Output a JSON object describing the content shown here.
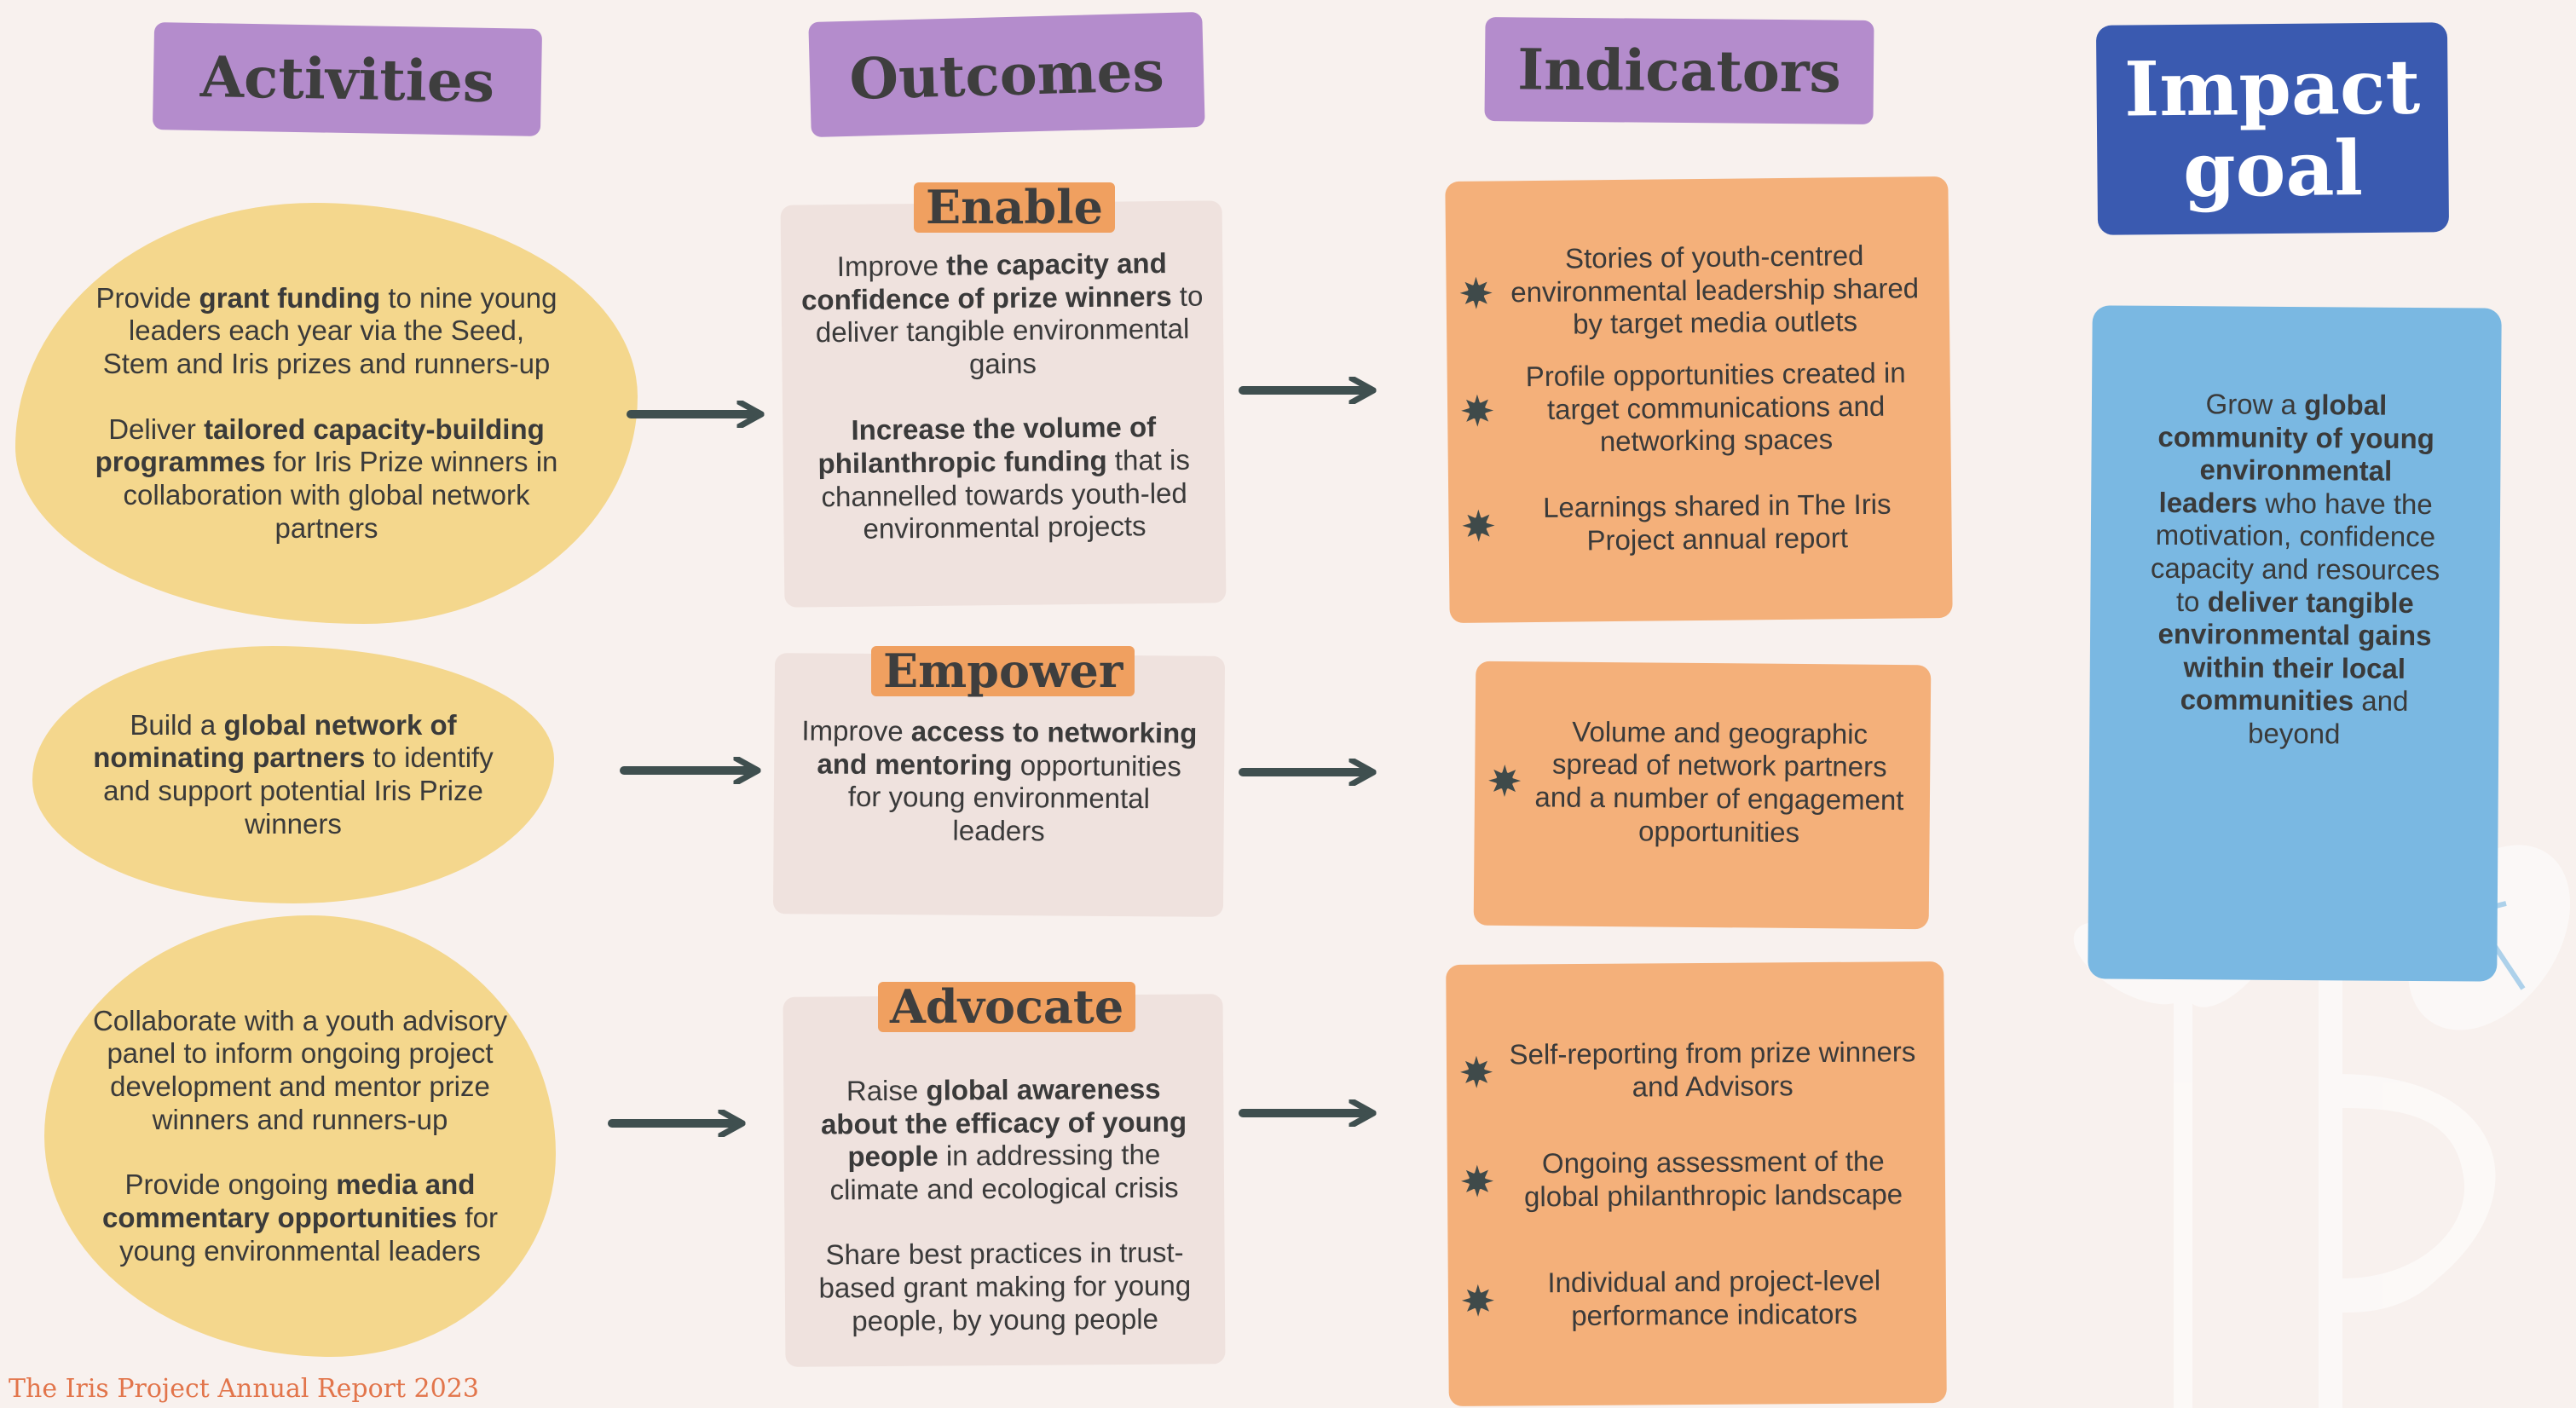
{
  "headers": {
    "activities": "Activities",
    "outcomes": "Outcomes",
    "indicators": "Indicators",
    "impact_line1": "Impact",
    "impact_line2": "goal"
  },
  "activities": [
    {
      "para1": {
        "t1": "Provide ",
        "b1": "grant funding",
        "t2": " to nine young leaders each year via the Seed, Stem and Iris prizes and runners-up"
      },
      "para2": {
        "t1": "Deliver ",
        "b1": "tailored capacity-building programmes",
        "t2": " for Iris Prize winners in collaboration with global network partners"
      }
    },
    {
      "para1": {
        "t1": "Build a ",
        "b1": "global network of nominating partners",
        "t2": " to  identify and support potential Iris Prize winners"
      }
    },
    {
      "para1": {
        "t1": "Collaborate with a youth advisory panel to inform ongoing project development and mentor prize winners and runners-up"
      },
      "para2": {
        "t1": "Provide ongoing ",
        "b1": "media and commentary opportunities",
        "t2": " for young environmental leaders"
      }
    }
  ],
  "outcomes": [
    {
      "tag": "Enable",
      "para1": {
        "t1": "Improve ",
        "b1": "the capacity and confidence of prize winners",
        "t2": " to deliver tangible environmental gains"
      },
      "para2": {
        "b1": "Increase the volume of philanthropic funding",
        "t2": " that is channelled towards youth-led environmental projects"
      }
    },
    {
      "tag": "Empower",
      "para1": {
        "t1": "Improve ",
        "b1": "access to networking and mentoring",
        "t2": " opportunities for young environmental leaders"
      }
    },
    {
      "tag": "Advocate",
      "para1": {
        "t1": "Raise ",
        "b1": "global awareness about the efficacy of young people",
        "t2": " in addressing the climate and ecological crisis"
      },
      "para2": {
        "t1": "Share best practices in trust-based grant making for young people, by young people"
      }
    }
  ],
  "indicators": [
    {
      "items": [
        "Stories of youth-centred environmental leadership shared by target media outlets",
        "Profile opportunities created in target communications and networking spaces",
        "Learnings shared in The Iris Project annual report"
      ]
    },
    {
      "items": [
        "Volume and geographic spread of network partners and a number of engagement opportunities"
      ]
    },
    {
      "items": [
        "Self-reporting from prize winners and Advisors",
        "Ongoing assessment of the global philanthropic landscape",
        "Individual and project-level performance indicators"
      ]
    }
  ],
  "impact": {
    "t1": "Grow a ",
    "b1": "global community of young environmental leaders",
    "t2": " who have the motivation, confidence capacity and resources to ",
    "b2": "deliver tangible environmental gains within their local communities",
    "t3": " and beyond"
  },
  "footer": "The Iris Project Annual Report 2023",
  "colors": {
    "background": "#f8f1ee",
    "header_purple": "#b48ccc",
    "impact_header": "#3a5ab0",
    "activity_blob": "#f4d78d",
    "outcome_card": "#efe2de",
    "outcome_tag": "#f0a060",
    "indicator_card": "#f4b07a",
    "impact_card": "#7ab8e2",
    "arrow": "#3f4f4f",
    "footer_text": "#e2754b"
  }
}
